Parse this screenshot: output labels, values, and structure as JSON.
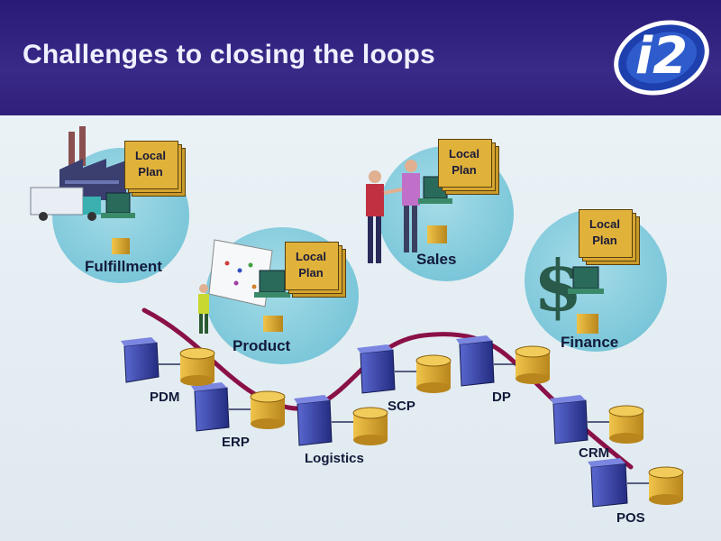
{
  "slide": {
    "title": "Challenges to closing the loops",
    "logo_text": "i2"
  },
  "local_plan_label": "Local\nPlan",
  "domains": [
    {
      "name": "Fulfillment"
    },
    {
      "name": "Product"
    },
    {
      "name": "Sales"
    },
    {
      "name": "Finance"
    }
  ],
  "systems": [
    {
      "name": "PDM"
    },
    {
      "name": "ERP"
    },
    {
      "name": "Logistics"
    },
    {
      "name": "SCP"
    },
    {
      "name": "DP"
    },
    {
      "name": "CRM"
    },
    {
      "name": "POS"
    }
  ],
  "colors": {
    "header": "#2a1a78",
    "loop_line": "#8a1048",
    "server": "#3a46a8",
    "database": "#d6a62c",
    "circle": "#7cc7da"
  }
}
